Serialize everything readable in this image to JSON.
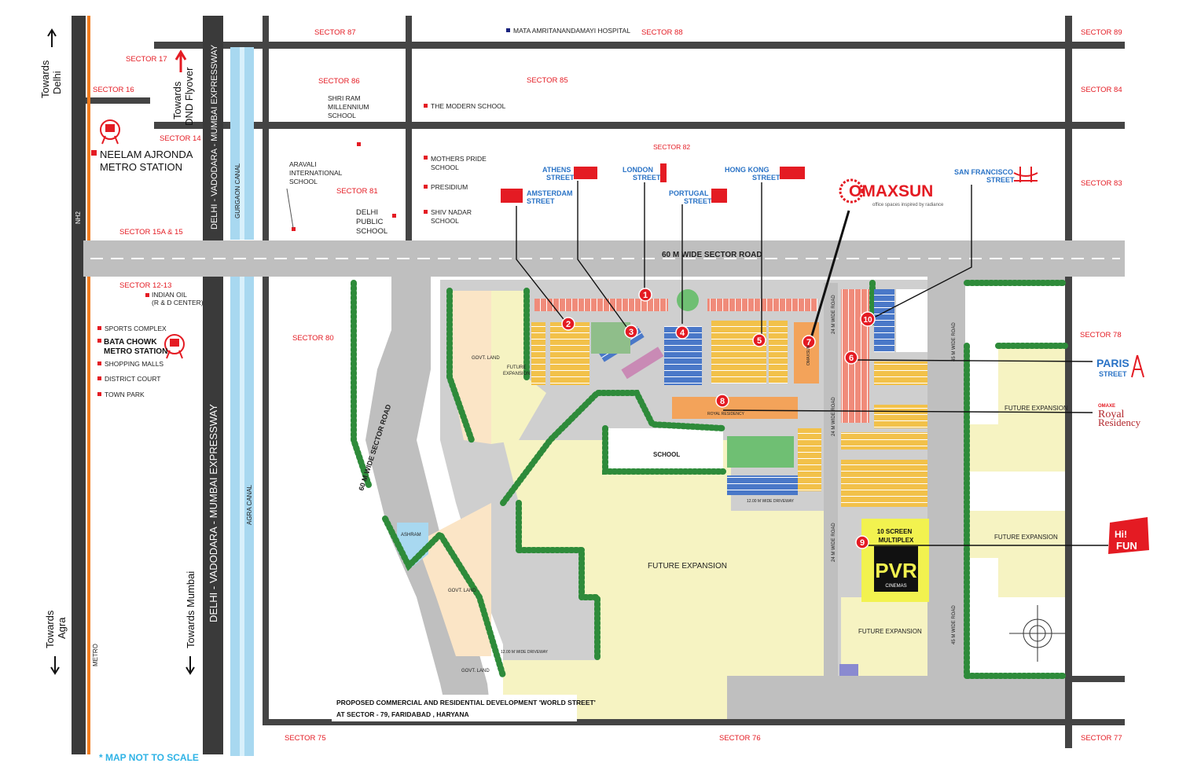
{
  "sectors": {
    "s87": "SECTOR 87",
    "s88": "SECTOR 88",
    "s89": "SECTOR 89",
    "s17": "SECTOR 17",
    "s16": "SECTOR 16",
    "s86": "SECTOR 86",
    "s85": "SECTOR 85",
    "s84": "SECTOR 84",
    "s14": "SECTOR 14",
    "s82": "SECTOR 82",
    "s83": "SECTOR 83",
    "s81": "SECTOR 81",
    "s15": "SECTOR 15A & 15",
    "s12": "SECTOR 12-13",
    "s80": "SECTOR 80",
    "s78": "SECTOR 78",
    "s75": "SECTOR 75",
    "s76": "SECTOR 76",
    "s77": "SECTOR 77"
  },
  "landmarks": {
    "hospital": "MATA AMRITANANDAMAYI HOSPITAL",
    "shriram": [
      "SHRI RAM",
      "MILLENNIUM",
      "SCHOOL"
    ],
    "modern": "THE MODERN SCHOOL",
    "mothers": [
      "MOTHERS PRIDE",
      "SCHOOL"
    ],
    "presidium": "PRESIDIUM",
    "shivnadar": [
      "SHIV NADAR",
      "SCHOOL"
    ],
    "aravali": [
      "ARAVALI",
      "INTERNATIONAL",
      "SCHOOL"
    ],
    "dps": [
      "DELHI",
      "PUBLIC",
      "SCHOOL"
    ],
    "indianoil": [
      "INDIAN OIL",
      "(R & D CENTER)"
    ],
    "sports": "SPORTS COMPLEX",
    "malls": "SHOPPING MALLS",
    "court": "DISTRICT COURT",
    "park": "TOWN PARK"
  },
  "metro": {
    "neelam": [
      "NEELAM AJRONDA",
      "METRO STATION"
    ],
    "bata": [
      "BATA CHOWK",
      "METRO STATION"
    ],
    "metro_line": "METRO"
  },
  "roads": {
    "nh2": "NH2",
    "expressway": "DELHI - VADODARA - MUMBAI EXPRESSWAY",
    "gurgaon_canal": "GURGAON CANAL",
    "agra_canal": "AGRA CANAL",
    "sector_road": "60 M WIDE SECTOR ROAD",
    "road_24": "24 M WIDE ROAD",
    "road_45": "45 M WIDE ROAD",
    "driveway": "12.00 M WIDE DRIVEWAY"
  },
  "directions": {
    "delhi": [
      "Towards",
      "Delhi"
    ],
    "dnd": [
      "Towards",
      "DND Flyover"
    ],
    "agra": [
      "Towards",
      "Agra"
    ],
    "mumbai": "Towards Mumbai"
  },
  "streets": {
    "amsterdam": [
      "AMSTERDAM",
      "STREET"
    ],
    "athens": [
      "ATHENS",
      "STREET"
    ],
    "london": [
      "LONDON",
      "STREET"
    ],
    "portugal": [
      "PORTUGAL",
      "STREET"
    ],
    "hongkong": [
      "HONG KONG",
      "STREET"
    ],
    "sanfrancisco": [
      "SAN FRANCISCO",
      "STREET"
    ],
    "paris": [
      "PARIS",
      "STREET"
    ]
  },
  "brands": {
    "omaxsun": "OMAXSUN",
    "omaxsun_tag": "office spaces inspired by radiance",
    "royal_small": "OMAXE",
    "royal": [
      "Royal",
      "Residency"
    ],
    "pvr": "PVR",
    "cinemas": "CINEMAS",
    "multiplex": [
      "10 SCREEN",
      "MULTIPLEX"
    ],
    "hifun": [
      "Hi!",
      "FUN"
    ]
  },
  "areas": {
    "govt": "GOVT. LAND",
    "future": "FUTURE EXPANSION",
    "future_split": [
      "FUTURE",
      "EXPANSION"
    ],
    "school": "SCHOOL",
    "ashram": "ASHRAM",
    "omaxsun_bldg": "OMAXSUN",
    "royal_res": "ROYAL RESIDENCY"
  },
  "markers": [
    "1",
    "2",
    "3",
    "4",
    "5",
    "6",
    "7",
    "8",
    "9",
    "10"
  ],
  "caption": [
    "PROPOSED COMMERCIAL AND RESIDENTIAL DEVELOPMENT 'WORLD STREET'",
    "AT SECTOR - 79, FARIDABAD , HARYANA"
  ],
  "footnote": "* MAP NOT TO SCALE",
  "colors": {
    "road": "#bfbfbf",
    "canal": "#a8d8f0",
    "future": "#f6f3c2",
    "govt": "#fbe5c6",
    "tree": "#2e8b3a",
    "marker": "#e41b23",
    "expressway": "#3a3a3a",
    "metro": "#f07b1d"
  }
}
